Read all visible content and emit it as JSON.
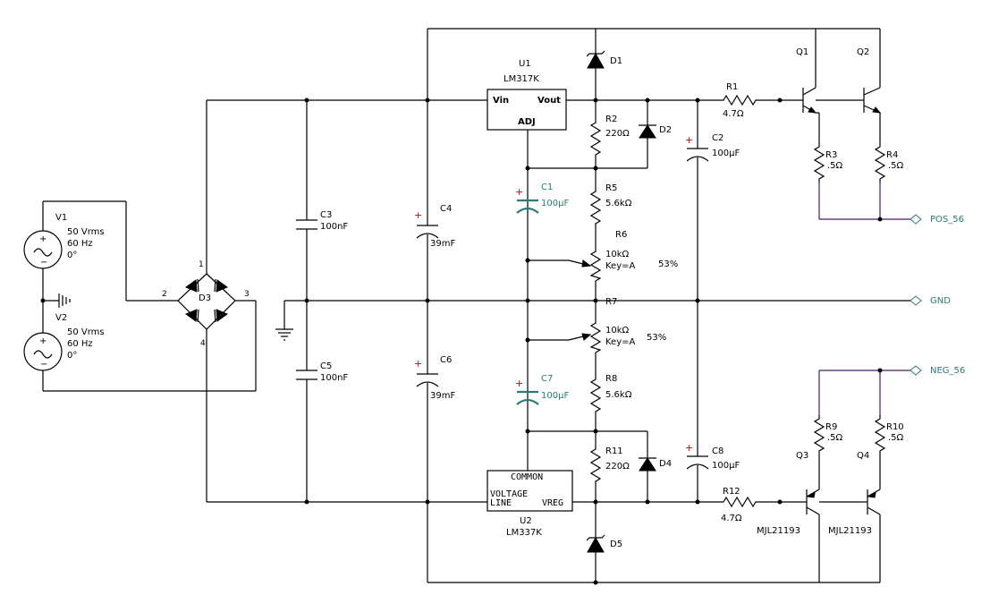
{
  "components": {
    "V1": {
      "ref": "V1",
      "l1": "50 Vrms",
      "l2": "60 Hz",
      "l3": "0°"
    },
    "V2": {
      "ref": "V2",
      "l1": "50 Vrms",
      "l2": "60 Hz",
      "l3": "0°"
    },
    "D3": {
      "ref": "D3",
      "pin1": "1",
      "pin2": "2",
      "pin3": "3",
      "pin4": "4"
    },
    "C3": {
      "ref": "C3",
      "value": "100nF"
    },
    "C5": {
      "ref": "C5",
      "value": "100nF"
    },
    "C4": {
      "ref": "C4",
      "value": "39mF"
    },
    "C6": {
      "ref": "C6",
      "value": "39mF"
    },
    "U1": {
      "ref": "U1",
      "model": "LM317K",
      "pin_in": "Vin",
      "pin_out": "Vout",
      "pin_adj": "ADJ"
    },
    "U2": {
      "ref": "U2",
      "model": "LM337K",
      "pin_common": "COMMON",
      "pin_voltage": "VOLTAGE",
      "pin_line": "LINE",
      "pin_vreg": "VREG"
    },
    "D1": {
      "ref": "D1"
    },
    "D2": {
      "ref": "D2"
    },
    "D4": {
      "ref": "D4"
    },
    "D5": {
      "ref": "D5"
    },
    "R2": {
      "ref": "R2",
      "value": "220Ω"
    },
    "R5": {
      "ref": "R5",
      "value": "5.6kΩ"
    },
    "R6": {
      "ref": "R6",
      "value": "10kΩ",
      "key": "Key=A",
      "percent": "53%"
    },
    "R7": {
      "ref": "R7",
      "value": "10kΩ",
      "key": "Key=A",
      "percent": "53%"
    },
    "R8": {
      "ref": "R8",
      "value": "5.6kΩ"
    },
    "R11": {
      "ref": "R11",
      "value": "220Ω"
    },
    "C1": {
      "ref": "C1",
      "value": "100µF"
    },
    "C7": {
      "ref": "C7",
      "value": "100µF"
    },
    "C2": {
      "ref": "C2",
      "value": "100µF"
    },
    "C8": {
      "ref": "C8",
      "value": "100µF"
    },
    "R1": {
      "ref": "R1",
      "value": "4.7Ω"
    },
    "R12": {
      "ref": "R12",
      "value": "4.7Ω"
    },
    "R3": {
      "ref": "R3",
      "value": ".5Ω"
    },
    "R4": {
      "ref": "R4",
      "value": ".5Ω"
    },
    "R9": {
      "ref": "R9",
      "value": ".5Ω"
    },
    "R10": {
      "ref": "R10",
      "value": ".5Ω"
    },
    "Q1": {
      "ref": "Q1"
    },
    "Q2": {
      "ref": "Q2"
    },
    "Q3": {
      "ref": "Q3",
      "model": "MJL21193"
    },
    "Q4": {
      "ref": "Q4",
      "model": "MJL21193"
    }
  },
  "nets": {
    "pos": "POS_56",
    "gnd": "GND",
    "neg": "NEG_56"
  },
  "colors": {
    "wire": "#000000",
    "emitter_net": "#4b1a63",
    "net_label": "#2b7a78",
    "polarity": "#d00000"
  }
}
